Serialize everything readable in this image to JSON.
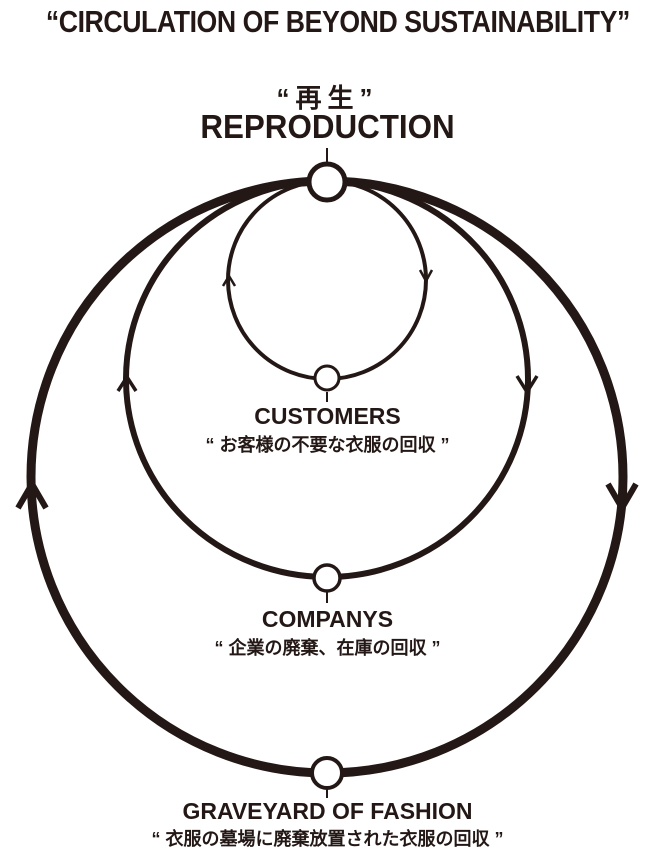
{
  "title": "“CIRCULATION OF BEYOND SUSTAINABILITY”",
  "top_node": {
    "label_jp": "“再生”",
    "label_en": "REPRODUCTION"
  },
  "nodes": [
    {
      "id": "customers",
      "label_en": "CUSTOMERS",
      "label_jp": "“ お客様の不要な衣服の回収 ”"
    },
    {
      "id": "companys",
      "label_en": "COMPANYS",
      "label_jp": "“ 企業の廃棄、在庫の回収 ”"
    },
    {
      "id": "graveyard",
      "label_en": "GRAVEYARD OF FASHION",
      "label_jp": "“ 衣服の墓場に廃棄放置された衣服の回収 ”"
    }
  ],
  "colors": {
    "ink": "#231815",
    "background": "#ffffff"
  }
}
